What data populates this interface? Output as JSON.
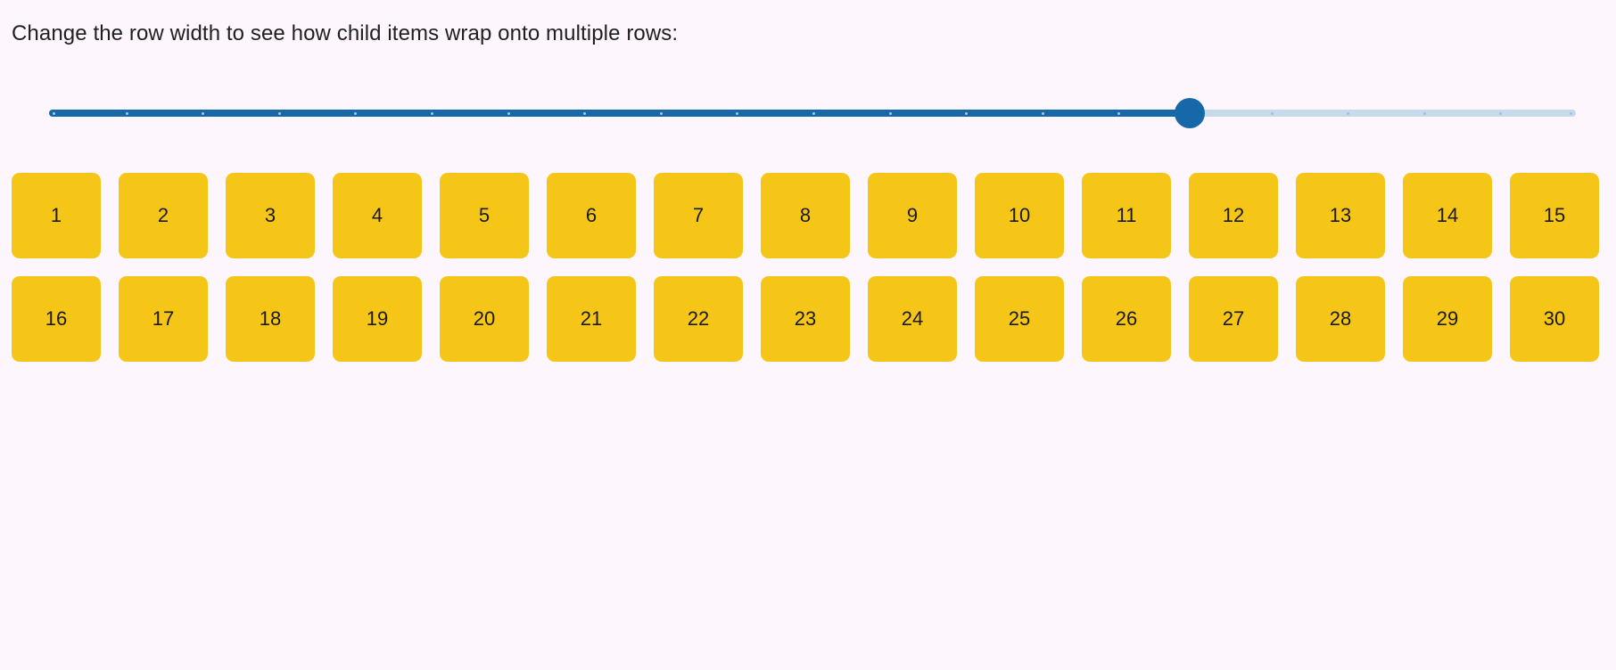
{
  "page": {
    "background_color": "#FDF6FC",
    "instruction": "Change the row width to see how child items wrap onto multiple rows:"
  },
  "slider": {
    "name": "row-width-slider",
    "orientation": "horizontal",
    "min": 0,
    "max": 100,
    "value": 75,
    "fill_percent": 74.7,
    "tick_count": 21,
    "filled_color": "#1668A8",
    "track_color": "#C7DAEC",
    "thumb_color": "#1668A8",
    "tick_color": "#9FC2E0"
  },
  "tiles": {
    "color": "#F5C518",
    "text_color": "#1a1a1a",
    "per_row": 15,
    "rows": 2,
    "items": [
      {
        "label": "1"
      },
      {
        "label": "2"
      },
      {
        "label": "3"
      },
      {
        "label": "4"
      },
      {
        "label": "5"
      },
      {
        "label": "6"
      },
      {
        "label": "7"
      },
      {
        "label": "8"
      },
      {
        "label": "9"
      },
      {
        "label": "10"
      },
      {
        "label": "11"
      },
      {
        "label": "12"
      },
      {
        "label": "13"
      },
      {
        "label": "14"
      },
      {
        "label": "15"
      },
      {
        "label": "16"
      },
      {
        "label": "17"
      },
      {
        "label": "18"
      },
      {
        "label": "19"
      },
      {
        "label": "20"
      },
      {
        "label": "21"
      },
      {
        "label": "22"
      },
      {
        "label": "23"
      },
      {
        "label": "24"
      },
      {
        "label": "25"
      },
      {
        "label": "26"
      },
      {
        "label": "27"
      },
      {
        "label": "28"
      },
      {
        "label": "29"
      },
      {
        "label": "30"
      }
    ]
  }
}
